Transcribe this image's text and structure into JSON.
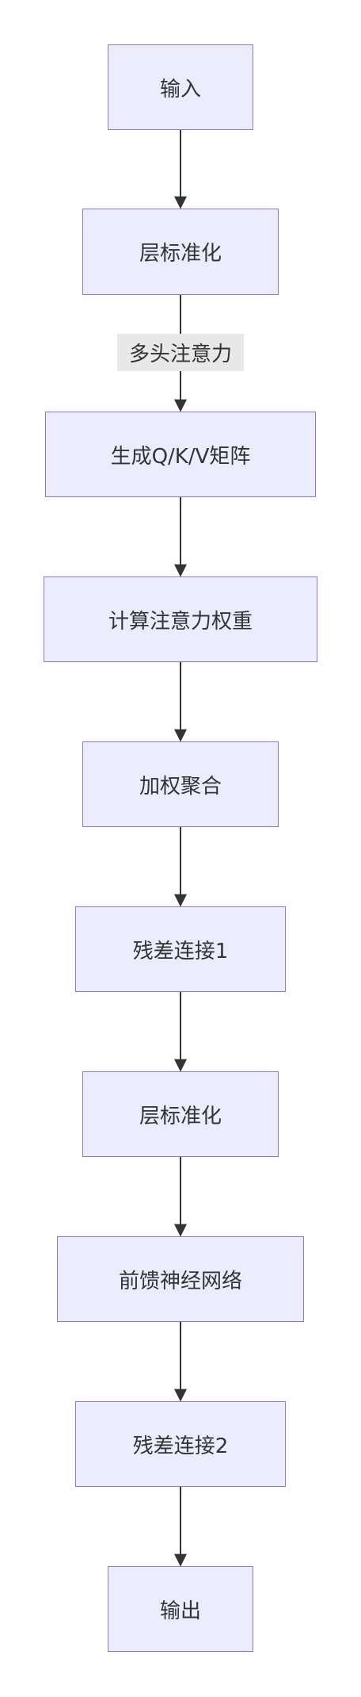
{
  "diagram": {
    "type": "flowchart",
    "direction": "top-down",
    "colors": {
      "node_fill": "#ECECFF",
      "node_border": "#9370DB",
      "text": "#333333",
      "edge": "#333333",
      "edge_label_bg": "#E8E8E8"
    },
    "nodes": [
      {
        "id": "n1",
        "label": "输入"
      },
      {
        "id": "n2",
        "label": "层标准化"
      },
      {
        "id": "n3",
        "label": "生成Q/K/V矩阵"
      },
      {
        "id": "n4",
        "label": "计算注意力权重"
      },
      {
        "id": "n5",
        "label": "加权聚合"
      },
      {
        "id": "n6",
        "label": "残差连接1"
      },
      {
        "id": "n7",
        "label": "层标准化"
      },
      {
        "id": "n8",
        "label": "前馈神经网络"
      },
      {
        "id": "n9",
        "label": "残差连接2"
      },
      {
        "id": "n10",
        "label": "输出"
      }
    ],
    "edges": [
      {
        "from": "n1",
        "to": "n2",
        "label": ""
      },
      {
        "from": "n2",
        "to": "n3",
        "label": "多头注意力"
      },
      {
        "from": "n3",
        "to": "n4",
        "label": ""
      },
      {
        "from": "n4",
        "to": "n5",
        "label": ""
      },
      {
        "from": "n5",
        "to": "n6",
        "label": ""
      },
      {
        "from": "n6",
        "to": "n7",
        "label": ""
      },
      {
        "from": "n7",
        "to": "n8",
        "label": ""
      },
      {
        "from": "n8",
        "to": "n9",
        "label": ""
      },
      {
        "from": "n9",
        "to": "n10",
        "label": ""
      }
    ]
  }
}
